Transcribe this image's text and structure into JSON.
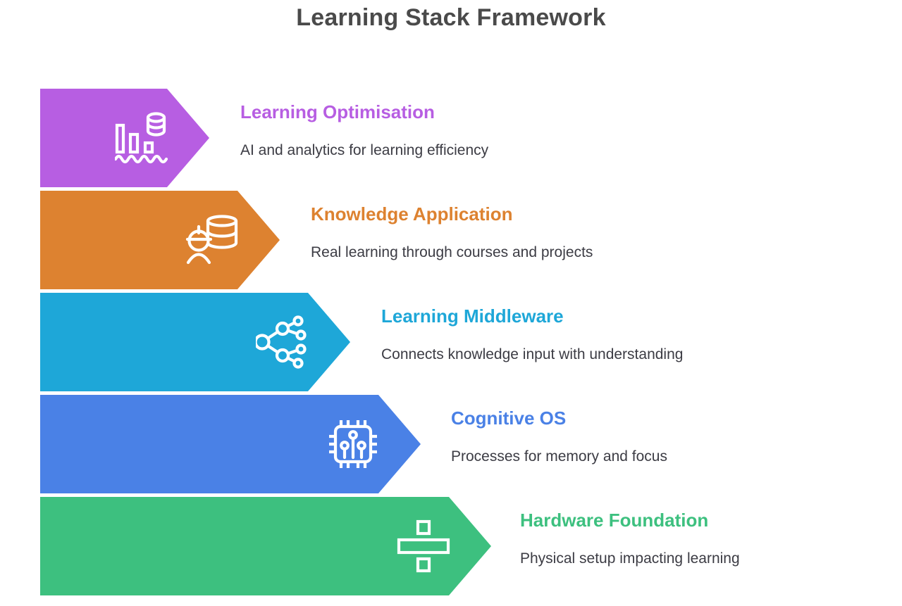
{
  "title": "Learning Stack Framework",
  "layers": [
    {
      "heading": "Learning Optimisation",
      "description": "AI and analytics for learning efficiency",
      "color": "#b75ee2",
      "icon": "analytics-bars-database-icon"
    },
    {
      "heading": "Knowledge Application",
      "description": "Real learning through courses and projects",
      "color": "#dd8230",
      "icon": "engineer-database-icon"
    },
    {
      "heading": "Learning Middleware",
      "description": "Connects knowledge input with understanding",
      "color": "#1ea7d8",
      "icon": "network-nodes-icon"
    },
    {
      "heading": "Cognitive OS",
      "description": "Processes for memory and focus",
      "color": "#4a81e6",
      "icon": "chip-icon"
    },
    {
      "heading": "Hardware Foundation",
      "description": "Physical setup impacting learning",
      "color": "#3dc07f",
      "icon": "division-sign-icon"
    }
  ],
  "text_colors": {
    "title": "#4a4a4a",
    "description": "#3c3c44"
  }
}
